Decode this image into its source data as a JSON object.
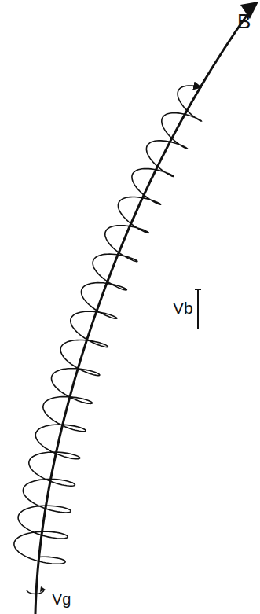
{
  "diagram": {
    "labels": [
      "B",
      "Vb",
      "Vg"
    ]
  }
}
